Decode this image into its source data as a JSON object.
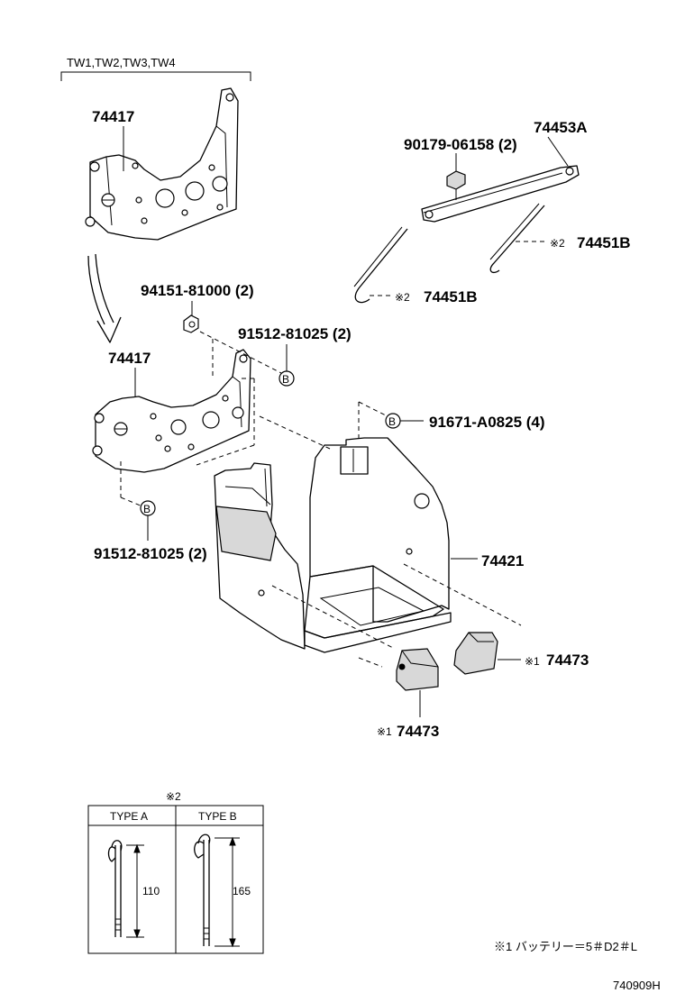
{
  "header": {
    "variant_group": "TW1,TW2,TW3,TW4"
  },
  "parts": {
    "bracket_top": "74417",
    "bracket_mid": "74417",
    "nut_clamp": "90179-06158 (2)",
    "clamp_bar": "74453A",
    "hook_bolt_right_mark": "※2",
    "hook_bolt_right": "74451B",
    "hook_bolt_left_mark": "※2",
    "hook_bolt_left": "74451B",
    "nut_bracket": "94151-81000 (2)",
    "bolt_upper": "91512-81025 (2)",
    "bolt_tray": "91671-A0825 (4)",
    "bolt_lower": "91512-81025 (2)",
    "battery_tray": "74421",
    "spacer_right_mark": "※1",
    "spacer_right": "74473",
    "spacer_left_mark": "※1",
    "spacer_left": "74473"
  },
  "callout_letter": "B",
  "table": {
    "title": "※2",
    "col_a": "TYPE A",
    "col_b": "TYPE B",
    "dim_a": "110",
    "dim_b": "165"
  },
  "footnote": "※1 バッテリー＝5＃D2＃L",
  "figure_code": "740909H"
}
